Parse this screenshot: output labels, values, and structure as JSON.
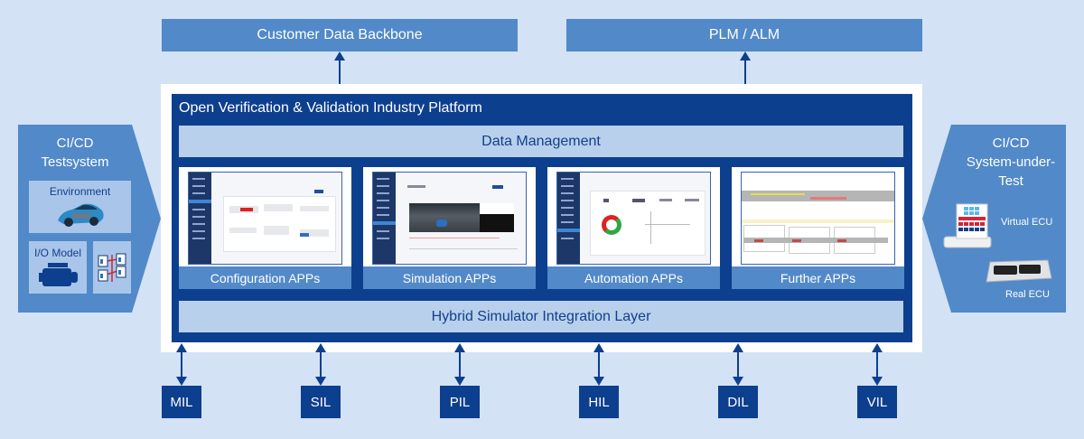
{
  "top": {
    "customer_data_backbone": "Customer Data Backbone",
    "plm_alm": "PLM / ALM"
  },
  "platform": {
    "title": "Open Verification & Validation Industry Platform",
    "data_management": "Data Management",
    "integration_layer": "Hybrid Simulator Integration Layer",
    "apps": [
      {
        "label": "Configuration APPs",
        "screenshot": "configuration-app-screenshot"
      },
      {
        "label": "Simulation APPs",
        "screenshot": "simulation-app-screenshot"
      },
      {
        "label": "Automation APPs",
        "screenshot": "automation-app-screenshot"
      },
      {
        "label": "Further APPs",
        "screenshot": "further-app-screenshot"
      }
    ]
  },
  "left_panel": {
    "title_line1": "CI/CD",
    "title_line2": "Testsystem",
    "environment": "Environment",
    "io_model": "I/O Model"
  },
  "right_panel": {
    "title_line1": "CI/CD",
    "title_line2": "System-under-",
    "title_line3": "Test",
    "virtual_ecu": "Virtual ECU",
    "real_ecu": "Real ECU"
  },
  "bottom": [
    "MIL",
    "SIL",
    "PIL",
    "HIL",
    "DIL",
    "VIL"
  ],
  "colors": {
    "background": "#d3e2f4",
    "medium_blue": "#5289c8",
    "dark_blue": "#0d3f8f",
    "light_bar": "#b8d0ec"
  }
}
